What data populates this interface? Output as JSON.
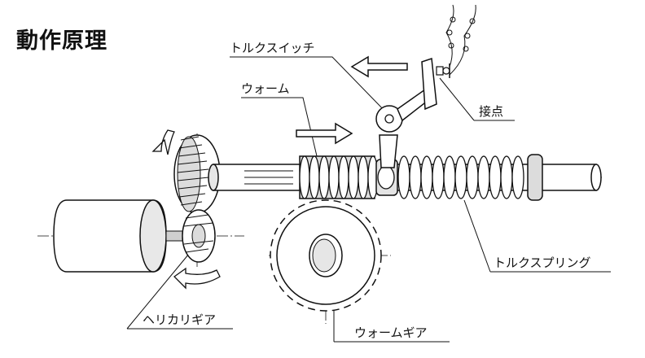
{
  "title": "動作原理",
  "labels": {
    "torque_switch": "トルクスイッチ",
    "worm": "ウォーム",
    "contact": "接点",
    "torque_spring": "トルクスプリング",
    "helical_gear": "ヘリカリギア",
    "worm_gear": "ウォームギア"
  },
  "colors": {
    "line": "#111111",
    "shade": "#cfcfcf",
    "light_shade": "#e4e4e4",
    "background": "#ffffff"
  },
  "icons": {
    "arrow_left_top": "hollow-arrow-left",
    "arrow_right": "hollow-arrow-right",
    "arrow_down_curved": "curved-arrow-down",
    "arrow_left_curved": "curved-arrow-left"
  }
}
